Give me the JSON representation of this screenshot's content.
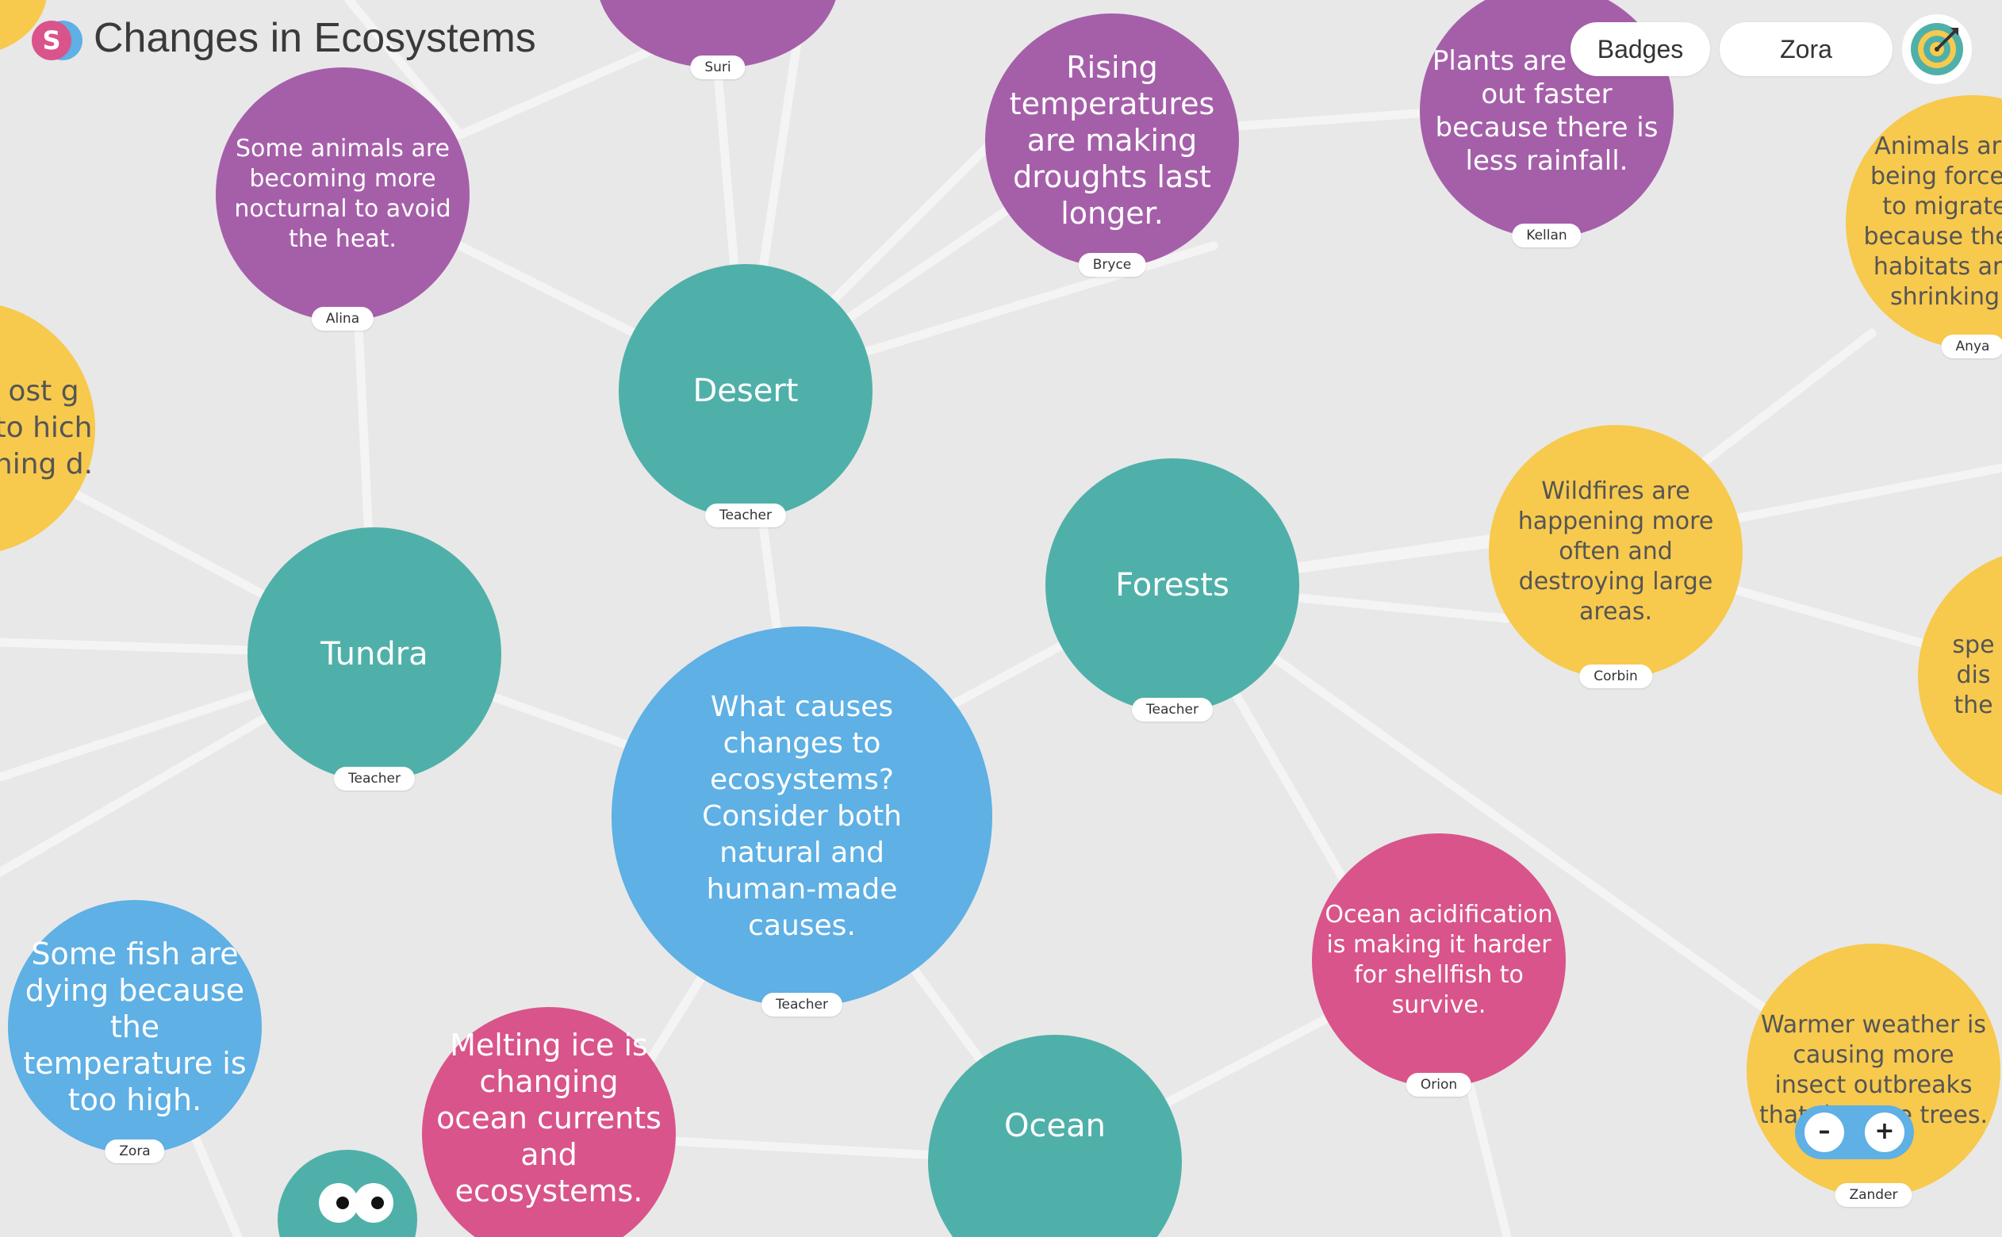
{
  "header": {
    "logo_letter": "S",
    "title": "Changes in Ecosystems",
    "badges_label": "Badges",
    "user_label": "Zora",
    "goal_icon": "target-icon"
  },
  "colors": {
    "blue": "#5eb0e5",
    "teal": "#4fb0a9",
    "purple": "#a55fa9",
    "pink": "#d9548a",
    "yellow": "#f7c94d",
    "background": "#e8e8e8"
  },
  "question": {
    "text": "What causes changes to ecosystems? Consider both natural and human-made causes.",
    "author": "Teacher"
  },
  "topics": [
    {
      "text": "Desert",
      "author": "Teacher"
    },
    {
      "text": "Tundra",
      "author": "Teacher"
    },
    {
      "text": "Forests",
      "author": "Teacher"
    },
    {
      "text": "Ocean",
      "author": ""
    }
  ],
  "ideas": [
    {
      "text": "",
      "author": "Suri"
    },
    {
      "text": "Some animals are becoming more nocturnal to avoid the heat.",
      "author": "Alina"
    },
    {
      "text": "Rising temperatures are making droughts last longer.",
      "author": "Bryce"
    },
    {
      "text": "Plants are drying out faster because there is less rainfall.",
      "author": "Kellan"
    },
    {
      "text": "Animals are being forced to migrate because their habitats are shrinking",
      "author": "Anya"
    },
    {
      "text": "ost g to hich hing d.",
      "author": ""
    },
    {
      "text": "Wildfires are happening more often and destroying large areas.",
      "author": "Corbin"
    },
    {
      "text": "spe dis the",
      "author": ""
    },
    {
      "text": "Ocean acidification is making it harder for shellfish to survive.",
      "author": "Orion"
    },
    {
      "text": "Some fish are dying because the temperature is too high.",
      "author": "Zora"
    },
    {
      "text": "Melting ice is changing ocean currents and ecosystems.",
      "author": ""
    },
    {
      "text": "Warmer weather is causing more insect outbreaks that damage trees.",
      "author": "Zander"
    },
    {
      "text": "",
      "author": ""
    }
  ],
  "zoom": {
    "minus_label": "–",
    "plus_label": "+"
  }
}
